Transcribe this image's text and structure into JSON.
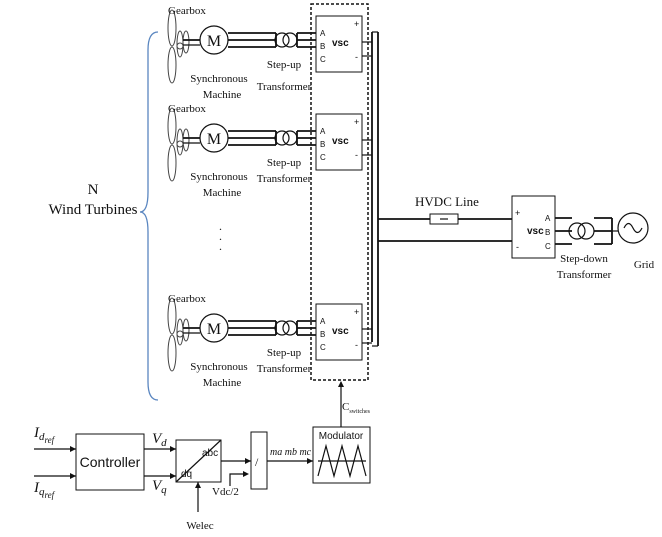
{
  "turbines": {
    "gearbox_label": "Gearbox",
    "machine_symbol": "M",
    "machine_label_1": "Synchronous",
    "machine_label_2": "Machine",
    "transformer_label_1": "Step-up",
    "transformer_label_2": "Transformer",
    "converter_label": "vsc",
    "phase_a": "A",
    "phase_b": "B",
    "phase_c": "C",
    "dc_plus": "+",
    "dc_minus": "-",
    "ellipsis": ".",
    "count_label": "N",
    "group_label": "Wind Turbines"
  },
  "transmission": {
    "line_label": "HVDC Line",
    "inverter_label": "vsc",
    "transformer_label_1": "Step-down",
    "transformer_label_2": "Transformer",
    "grid_label": "Grid"
  },
  "control": {
    "id_ref_main": "I",
    "id_ref_sub": "d",
    "id_ref_subsub": "ref",
    "iq_ref_main": "I",
    "iq_ref_sub": "q",
    "iq_ref_subsub": "ref",
    "controller_label": "Controller",
    "vd_main": "V",
    "vd_sub": "d",
    "vq_main": "V",
    "vq_sub": "q",
    "transform_top": "abc",
    "transform_bottom": "dq",
    "vdc_label": "Vdc/2",
    "welec_label": "Welec",
    "divider_label": "/",
    "modulation_label": "ma mb mc",
    "modulator_label": "Modulator",
    "switch_main": "C",
    "switch_sub": "switches"
  }
}
